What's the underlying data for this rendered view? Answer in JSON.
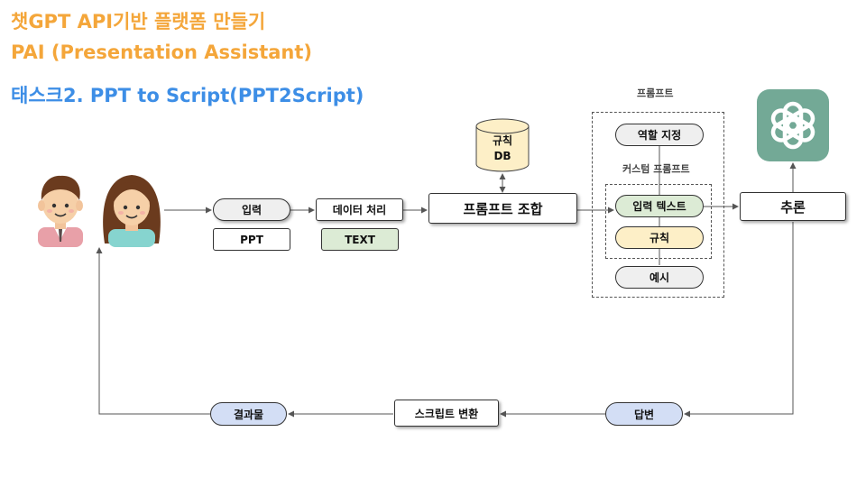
{
  "titles": {
    "line1": "챗GPT API기반 플랫폼 만들기",
    "line2": "PAI (Presentation Assistant)",
    "line3": "태스크2. PPT to Script(PPT2Script)"
  },
  "nodes": {
    "input": "입력",
    "ppt": "PPT",
    "data_processing": "데이터 처리",
    "text": "TEXT",
    "prompt_combine": "프롬프트 조합",
    "rule_db_line1": "규칙",
    "rule_db_line2": "DB",
    "prompt_group": "프롬프트",
    "role_assign": "역할 지정",
    "custom_prompt_group": "커스텀 프롬프트",
    "input_text": "입력 텍스트",
    "rules": "규칙",
    "examples": "예시",
    "inference": "추론",
    "answer": "답변",
    "script_convert": "스크립트 변환",
    "result": "결과물"
  },
  "icons": {
    "people": "users-icon",
    "logo": "openai-logo-icon",
    "database": "database-icon"
  },
  "colors": {
    "title_orange": "#f4a63a",
    "title_blue": "#3d8ee6",
    "pill_gray": "#efefef",
    "pill_green": "#dcebd5",
    "pill_yellow": "#fdefc7",
    "pill_blue": "#d3def5",
    "logo_green": "#73a996"
  }
}
